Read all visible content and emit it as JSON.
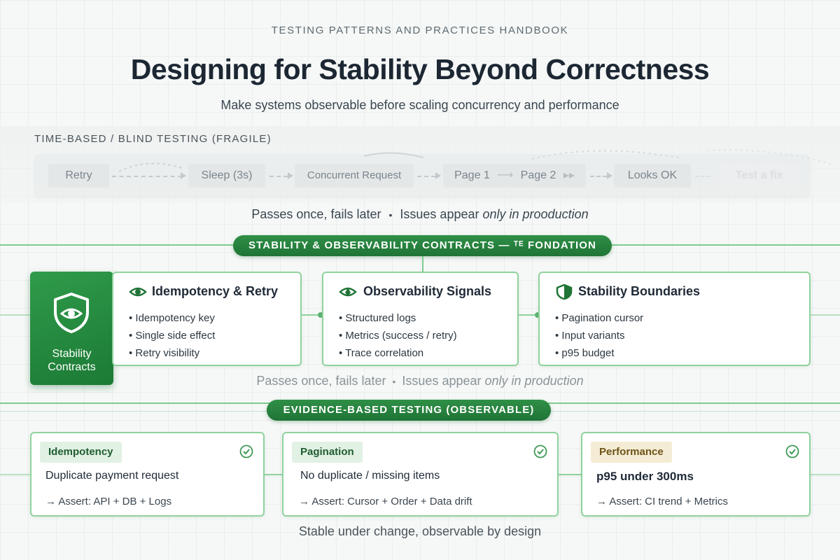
{
  "header": {
    "eyebrow": "TESTING PATTERNS AND PRACTICES HANDBOOK",
    "title": "Designing for Stability Beyond Correctness",
    "subtitle": "Make systems observable before scaling concurrency and performance"
  },
  "fragile": {
    "label": "TIME-BASED / BLIND TESTING (FRAGILE)",
    "steps": [
      "Retry",
      "Sleep (3s)",
      "Concurrent Request",
      "Page 1",
      "Page 2",
      "Looks OK",
      "Test a fix"
    ],
    "caption_left": "Passes once, fails later",
    "caption_sep": "•",
    "caption_mid": "Issues appear",
    "caption_em": "only in prooduction"
  },
  "foundation": {
    "banner": "STABILITY & OBSERVABILITY CONTRACTS — ᵀᴱ FONDATION",
    "hero_label_line1": "Stability",
    "hero_label_line2": "Contracts",
    "hero_icon": "shield-eye-icon",
    "cards": [
      {
        "title": "Idempotency & Retry",
        "icon": "eye-icon",
        "items": [
          "Idempotency key",
          "Single side effect",
          "Retry visibility"
        ]
      },
      {
        "title": "Observability Signals",
        "icon": "signal-eye-icon",
        "items": [
          "Structured logs",
          "Metrics (success / retry)",
          "Trace correlation"
        ]
      },
      {
        "title": "Stability Boundaries",
        "icon": "boundary-shield-icon",
        "items": [
          "Pagination cursor",
          "Input variants",
          "p95 budget"
        ]
      }
    ],
    "caption_left": "Passes once, fails later",
    "caption_sep": "•",
    "caption_mid": "Issues appear",
    "caption_em": "only in production"
  },
  "evidence": {
    "banner": "EVIDENCE-BASED TESTING (OBSERVABLE)",
    "cards": [
      {
        "tag": "Idempotency",
        "headline": "Duplicate payment request",
        "assert": "→ Assert: API + DB + Logs"
      },
      {
        "tag": "Pagination",
        "headline": "No duplicate / missing items",
        "assert": "→ Assert: Cursor + Order + Data drift"
      },
      {
        "tag": "Performance",
        "headline": "p95 under 300ms",
        "assert": "→ Assert: CI trend + Metrics"
      }
    ],
    "check_icon": "check-circle-icon",
    "footer": "Stable under change, observable by design"
  },
  "colors": {
    "accent_green": "#1f7436",
    "card_border": "#8fd29c",
    "gold_tag": "#f5ecd5"
  }
}
